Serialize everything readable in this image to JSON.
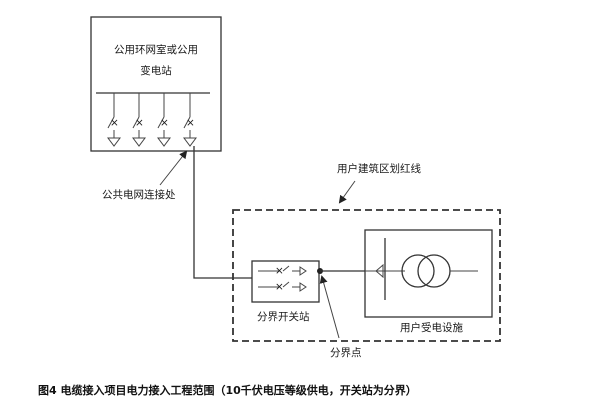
{
  "substation": {
    "title_line1": "公用环网室或公用",
    "title_line2": "变电站"
  },
  "labels": {
    "public_connection": "公共电网连接处",
    "redline": "用户建筑区划红线",
    "switch_station": "分界开关站",
    "user_equipment": "用户受电设施",
    "demarcation_point": "分界点"
  },
  "caption": "图4  电缆接入项目电力接入工程范围（10千伏电压等级供电，开关站为分界）"
}
